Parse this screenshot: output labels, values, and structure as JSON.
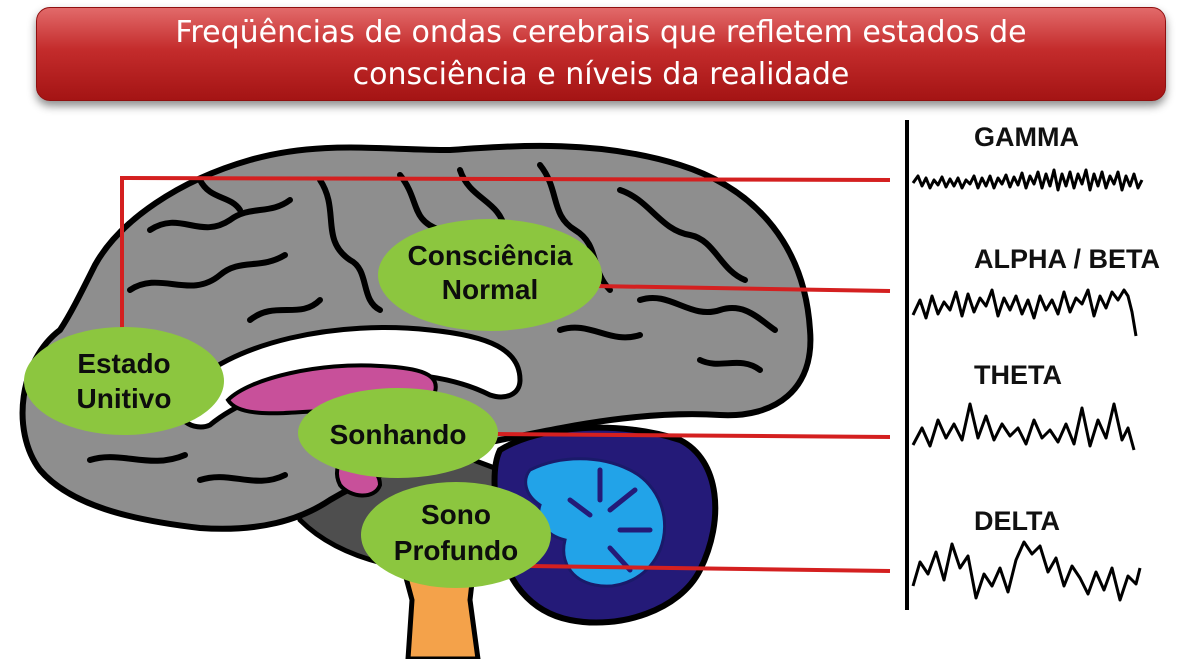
{
  "title": {
    "line1": "Freqüências de ondas cerebrais que refletem estados de",
    "line2": "consciência e níveis da realidade"
  },
  "states": [
    {
      "id": "estado-unitivo",
      "lines": [
        "Estado",
        "Unitivo"
      ]
    },
    {
      "id": "consciencia-normal",
      "lines": [
        "Consciência",
        "Normal"
      ]
    },
    {
      "id": "sonhando",
      "lines": [
        "Sonhando"
      ]
    },
    {
      "id": "sono-profundo",
      "lines": [
        "Sono",
        "Profundo"
      ]
    }
  ],
  "waves": [
    {
      "id": "gamma",
      "label": "GAMMA"
    },
    {
      "id": "alpha-beta",
      "label": "ALPHA / BETA"
    },
    {
      "id": "theta",
      "label": "THETA"
    },
    {
      "id": "delta",
      "label": "DELTA"
    }
  ],
  "colors": {
    "banner": "#c42c2c",
    "connector": "#d42020",
    "ellipse": "#8cc63f",
    "brain": "#8e8e8e",
    "corpus": "#c8509a",
    "cerebellum_dark": "#241a78",
    "cerebellum_light": "#22a3e8",
    "brainstem": "#f4a24a"
  }
}
